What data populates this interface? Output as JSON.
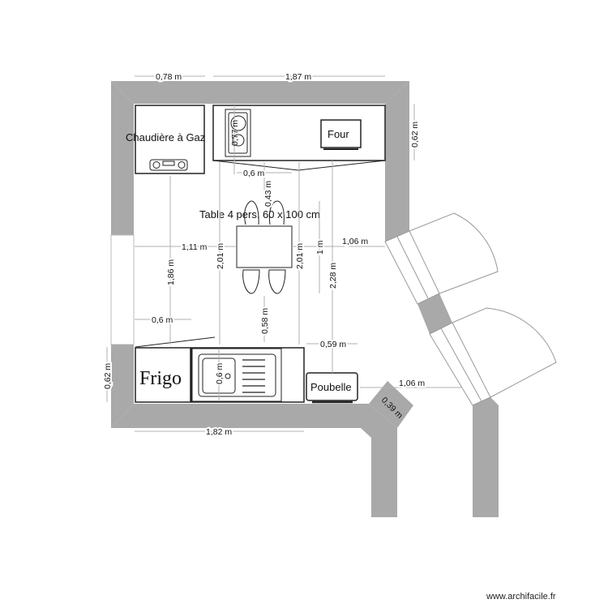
{
  "labels": {
    "boiler": "Chaudière à Gaz",
    "oven": "Four",
    "table": "Table 4 pers. 60 x 100 cm",
    "fridge": "Frigo",
    "bin": "Poubelle"
  },
  "dimensions": {
    "top_left_width": "0,78 m",
    "top_right_width": "1,87 m",
    "right_counter_depth": "0,62 m",
    "hob_depth": "0,77 m",
    "table_gap_width": "0,6 m",
    "table_top_gap": "0,43 m",
    "left_to_table": "1,11 m",
    "boiler_to_floor": "1,86 m",
    "vertical_left": "2,01 m",
    "vertical_right": "2,01 m",
    "table_length": "1 m",
    "table_to_right": "1,06 m",
    "oven_to_bin": "2,28 m",
    "fridge_width": "0,6 m",
    "table_bottom_gap": "0,58 m",
    "bin_width": "0,59 m",
    "left_counter_depth": "0,62 m",
    "sink_depth": "0,6 m",
    "door_width": "1,06 m",
    "corner_width": "0,39 m",
    "bottom_counter_width": "1,82 m"
  },
  "watermark": "www.archifacile.fr",
  "colors": {
    "wall": "#a9a9a9",
    "dimension_line": "#b0b0b0"
  }
}
